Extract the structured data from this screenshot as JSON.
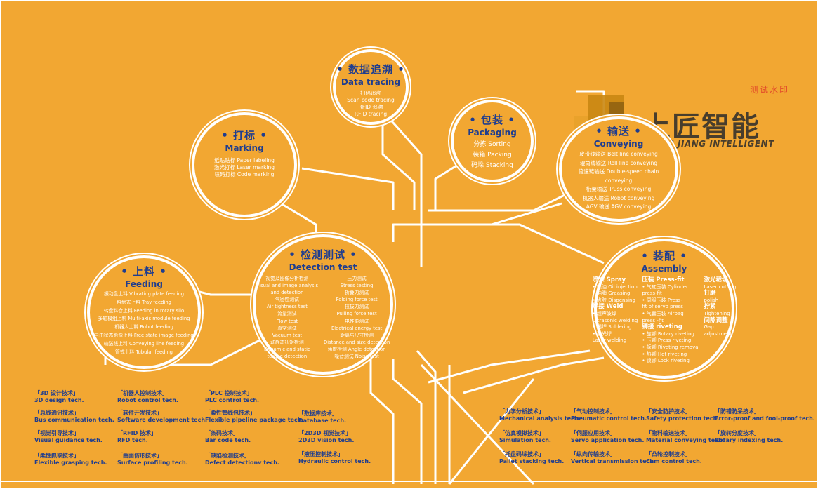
{
  "watermark": "测试水印",
  "logo": {
    "cn": "上匠智能",
    "en": "SHANG JIANG INTELLIGENT"
  },
  "colors": {
    "background": "#f2a732",
    "title": "#1f3d8f",
    "line": "#ffffff",
    "watermark": "#e34b2a"
  },
  "nodes": {
    "data_tracing": {
      "zh": "• 数据追溯 •",
      "en": "Data tracing",
      "items": [
        "扫码追溯",
        "Scan code tracing",
        "RFID 追溯",
        "RFID tracing"
      ]
    },
    "marking": {
      "zh": "• 打标 •",
      "en": "Marking",
      "items": [
        "纸贴贴标 Paper labeling",
        "激光打标 Laser marking",
        "喷码打标 Code marking"
      ]
    },
    "packaging": {
      "zh": "• 包装 •",
      "en": "Packaging",
      "items": [
        "分拣 Sorting",
        "装箱 Packing",
        "码垛 Stacking"
      ]
    },
    "conveying": {
      "zh": "• 输送 •",
      "en": "Conveying",
      "items": [
        "皮带线输送 Belt line conveying",
        "辊筒线输送 Roll line conveying",
        "倍速链输送 Double-speed chain",
        "conveying",
        "桁架输送 Truss conveying",
        "机器人输送 Robot conveying",
        "AGV 输送 AGV conveying"
      ]
    },
    "feeding": {
      "zh": "• 上料 •",
      "en": "Feeding",
      "items": [
        "振动盘上料 Vibrating plate feeding",
        "料盘式上料 Tray feeding",
        "转盘料仓上料 Feeding in rotary silo",
        "多轴模组上料 Multi-axis module feeding",
        "机器人上料 Robot feeding",
        "自由状态影像上料 Free state image feeding",
        "输送线上料 Conveying line feeding",
        "管式上料 Tubular feeding"
      ]
    },
    "detection": {
      "zh": "• 检测测试 •",
      "en": "Detection test",
      "left": [
        "视觉及图像分析检测",
        "Visual and image analysis",
        "and detection",
        "气密性测试",
        "Air tightness test",
        "流量测试",
        "Flow test",
        "真空测试",
        "Vacuum test",
        "动静态扭矩检测",
        "Dynamic and static",
        "torque detection"
      ],
      "right": [
        "压力测试",
        "Stress testing",
        "折叠力测试",
        "Folding force test",
        "拉拔力测试",
        "Pulling force test",
        "电性能测试",
        "Electrical energy test",
        "距离与尺寸检测",
        "Distance and size detection",
        "角度检测 Angle detection",
        "噪音测试 Noise test"
      ]
    },
    "assembly": {
      "zh": "• 装配 •",
      "en": "Assembly",
      "col1": [
        "喷涂 Spray",
        "• 喷油 Oil injection",
        "• 油脂 Greasing",
        "• 点胶 Dispensing",
        "焊接 Weld",
        "• 超声波焊",
        "Ultrasonic welding",
        "• 锡焊 Soldering",
        "• 激光焊",
        "Laser welding"
      ],
      "col2": [
        "压装 Press-fit",
        "• 气缸压装 Cylinder",
        "press-fit",
        "• 伺服压装 Press-",
        "fit of servo press",
        "• 气囊压装 Airbag",
        "press -fit",
        "铆接 riveting",
        "• 旋铆 Rotary riveting",
        "• 压铆 Press riveting",
        "• 拆铆 Riveting removal",
        "• 热铆 Hot riveting",
        "• 锁铆 Lock riveting"
      ],
      "col3": [
        "激光裁切",
        "Laser cutting",
        "打磨",
        "polish",
        "拧紧",
        "Tightening",
        "间隙调整",
        "Gap",
        "adjustment"
      ]
    }
  },
  "techs": [
    {
      "zh": "「3D 设计技术」",
      "en": "3D design tech."
    },
    {
      "zh": "「总线通讯技术」",
      "en": "Bus communication tech."
    },
    {
      "zh": "「视觉引导技术」",
      "en": "Visual guidance tech."
    },
    {
      "zh": "「柔性抓取技术」",
      "en": "Flexible grasping tech."
    },
    {
      "zh": "「机器人控制技术」",
      "en": "Robot control tech."
    },
    {
      "zh": "「软件开发技术」",
      "en": "Software development tech."
    },
    {
      "zh": "「RFID 技术」",
      "en": "RFD tech."
    },
    {
      "zh": "「曲面仿形技术」",
      "en": "Surface profiling tech."
    },
    {
      "zh": "「PLC 控制技术」",
      "en": "PLC control tech."
    },
    {
      "zh": "「柔性管线包技术」",
      "en": "Flexible pipeline package tech."
    },
    {
      "zh": "「条码技术」",
      "en": "Bar code  tech."
    },
    {
      "zh": "「缺陷检测技术」",
      "en": "Defect detectionv tech."
    },
    {
      "zh": "「数据库技术」",
      "en": "Database tech."
    },
    {
      "zh": "「2D3D 视觉技术」",
      "en": "2D3D vision tech."
    },
    {
      "zh": "「液压控制技术」",
      "en": "Hydraulic control tech."
    },
    {
      "zh": "「力学分析技术」",
      "en": "Mechanical analysis tech."
    },
    {
      "zh": "「仿真模拟技术」",
      "en": "Simulation tech."
    },
    {
      "zh": "「托盘码垛技术」",
      "en": "Pallet stacking tech."
    },
    {
      "zh": "「气动控制技术」",
      "en": "Pneumatic control tech."
    },
    {
      "zh": "「伺服应用技术」",
      "en": "Servo application tech."
    },
    {
      "zh": "「纵向传输技术」",
      "en": "Vertical transmission tech."
    },
    {
      "zh": "「安全防护技术」",
      "en": "Safety protection tech."
    },
    {
      "zh": "「物料输送技术」",
      "en": "Material conveying tech."
    },
    {
      "zh": "「凸轮控制技术」",
      "en": "Cam control tech."
    },
    {
      "zh": "「防错防呆技术」",
      "en": "Error-proof and fool-proof tech."
    },
    {
      "zh": "「旋转分度技术」",
      "en": "Rotary indexing tech."
    }
  ]
}
